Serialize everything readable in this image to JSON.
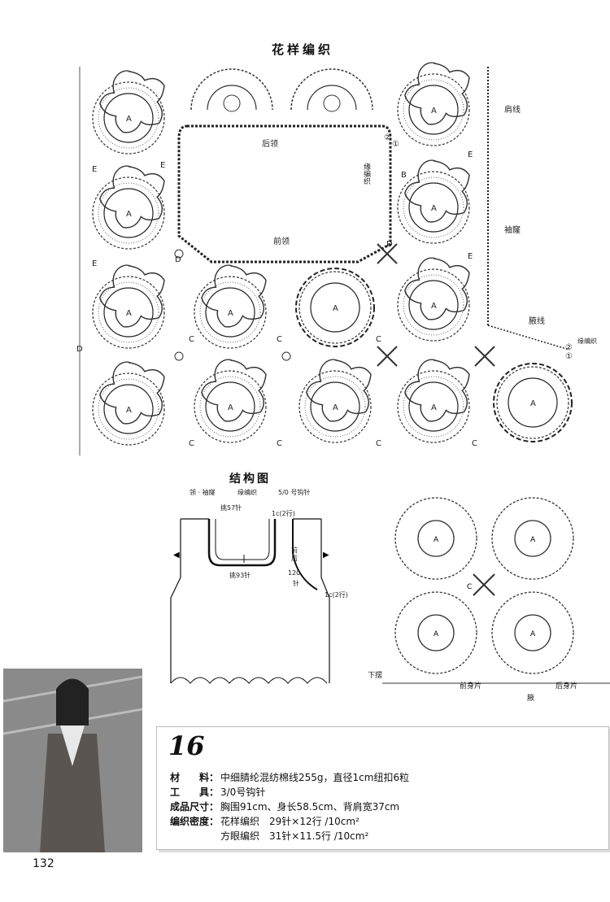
{
  "titles": {
    "pattern": "花样编织",
    "structure": "结构图"
  },
  "diagram_labels": {
    "motif_a": "A",
    "back_neck": "后领",
    "front_neck": "前领",
    "edge_knit": "缘编织",
    "shoulder_line": "肩线",
    "armhole": "袖窿",
    "armpit_line": "腋线",
    "edge_knit_right": "缘编织",
    "row_1": "①",
    "row_2": "②",
    "lbl_b": "B",
    "lbl_c": "C",
    "lbl_d": "D",
    "lbl_e": "E"
  },
  "structure": {
    "subtitle_part": "领 · 袖窿",
    "subtitle_edge": "缘编织",
    "subtitle_hook": "5/0 号钩针",
    "pick_57": "挑57针",
    "pick_93": "挑93针",
    "c2_top": "1c(2行)",
    "c2_side": "1c(2行)",
    "front_back": "前后",
    "stitches_120": "120",
    "stitches_unit": "针"
  },
  "bottom_labels": {
    "hem": "下摆",
    "front_piece": "前身片",
    "armpit": "腋",
    "back_piece": "后身片"
  },
  "info": {
    "number": "16",
    "material_label": "材　　料：",
    "material": "中细腈纶混纺棉线255g，直径1cm纽扣6粒",
    "tool_label": "工　　具：",
    "tool": "3/0号钩针",
    "size_label": "成品尺寸：",
    "size": "胸围91cm、身长58.5cm、背肩宽37cm",
    "gauge_label": "编织密度：",
    "gauge_1": "花样编织　29针×12行 /10cm²",
    "gauge_2": "方眼编织　31针×11.5行 /10cm²"
  },
  "page_number": "132"
}
